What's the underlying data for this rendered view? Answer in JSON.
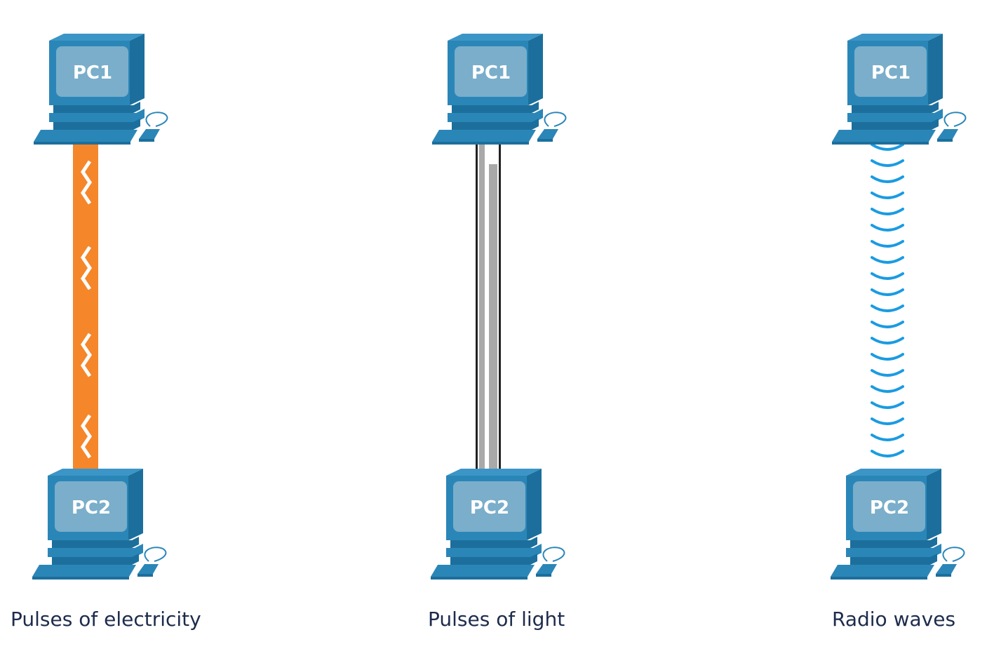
{
  "panels": [
    {
      "id": "electricity",
      "medium": "copper",
      "caption": "Pulses of electricity",
      "top_pc": "PC1",
      "bottom_pc": "PC2"
    },
    {
      "id": "light",
      "medium": "fiber",
      "caption": "Pulses of light",
      "top_pc": "PC1",
      "bottom_pc": "PC2"
    },
    {
      "id": "radio",
      "medium": "wireless",
      "caption": "Radio waves",
      "top_pc": "PC1",
      "bottom_pc": "PC2"
    }
  ],
  "colors": {
    "pc_dark": "#1c6f9c",
    "pc_mid": "#2b86b8",
    "pc_screen": "#7aaeca",
    "copper_cable": "#f5862a",
    "spark": "#ffffff",
    "fiber_outer": "#222222",
    "fiber_core": "#a9a9a9",
    "radio_wave": "#1a9be2"
  }
}
